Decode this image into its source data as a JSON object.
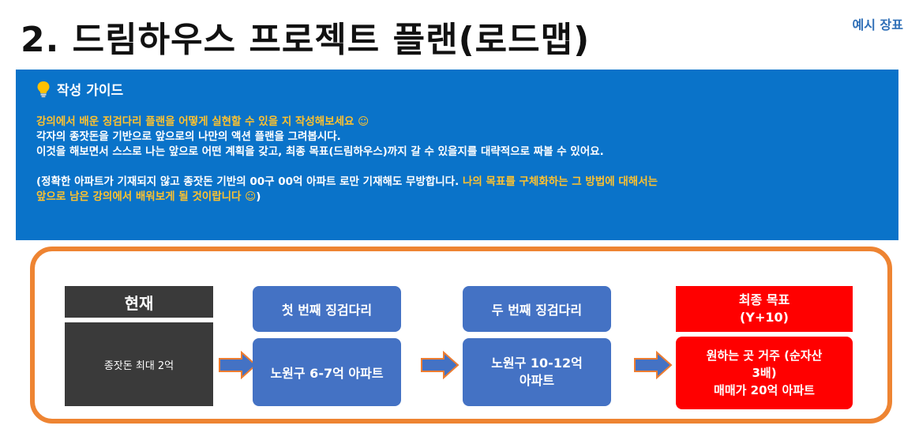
{
  "header": {
    "title": "2. 드림하우스 프로젝트 플랜(로드맵)",
    "badge": "예시 장표"
  },
  "guide": {
    "icon": "lightbulb-icon",
    "title": "작성 가이드",
    "line1": "강의에서 배운 징검다리 플랜을 어떻게 실현할 수 있을 지 작성해보세요 ☺",
    "line2": "각자의 종잣돈을 기반으로 앞으로의 나만의 액션 플랜을 그려봅시다.",
    "line3": "이것을 해보면서 스스로 나는 앞으로 어떤 계획을 갖고, 최종 목표(드림하우스)까지 갈 수 있을지를 대략적으로 짜볼 수 있어요.",
    "line4_white": "(정확한 아파트가 기재되지 않고 종잣돈 기반의 00구 00억 아파트 로만 기재해도 무방합니다. ",
    "line4_yellow": "나의 목표를 구체화하는 그 방법에 대해서는",
    "line5_yellow": "앞으로 남은 강의에서 배워보게 될 것이랍니다 ☺",
    "line5_white": ")"
  },
  "roadmap": {
    "current": {
      "header": "현재",
      "body": "종잣돈 최대 2억"
    },
    "step1": {
      "header": "첫 번째 징검다리",
      "body": "노원구 6-7억 아파트"
    },
    "step2": {
      "header": "두 번째 징검다리",
      "body_line1": "노원구 10-12억",
      "body_line2": "아파트"
    },
    "goal": {
      "header_line1": "최종 목표",
      "header_line2": "(Y+10)",
      "body_line1": "원하는 곳 거주 (순자산",
      "body_line2": "3배)",
      "body_line3": "매매가 20억 아파트"
    },
    "colors": {
      "dark": "#3a3a3a",
      "blue": "#4472c4",
      "red": "#ff0000",
      "orange": "#ee8432",
      "arrow_fill": "#4472c4",
      "arrow_stroke": "#ed7d31"
    }
  }
}
